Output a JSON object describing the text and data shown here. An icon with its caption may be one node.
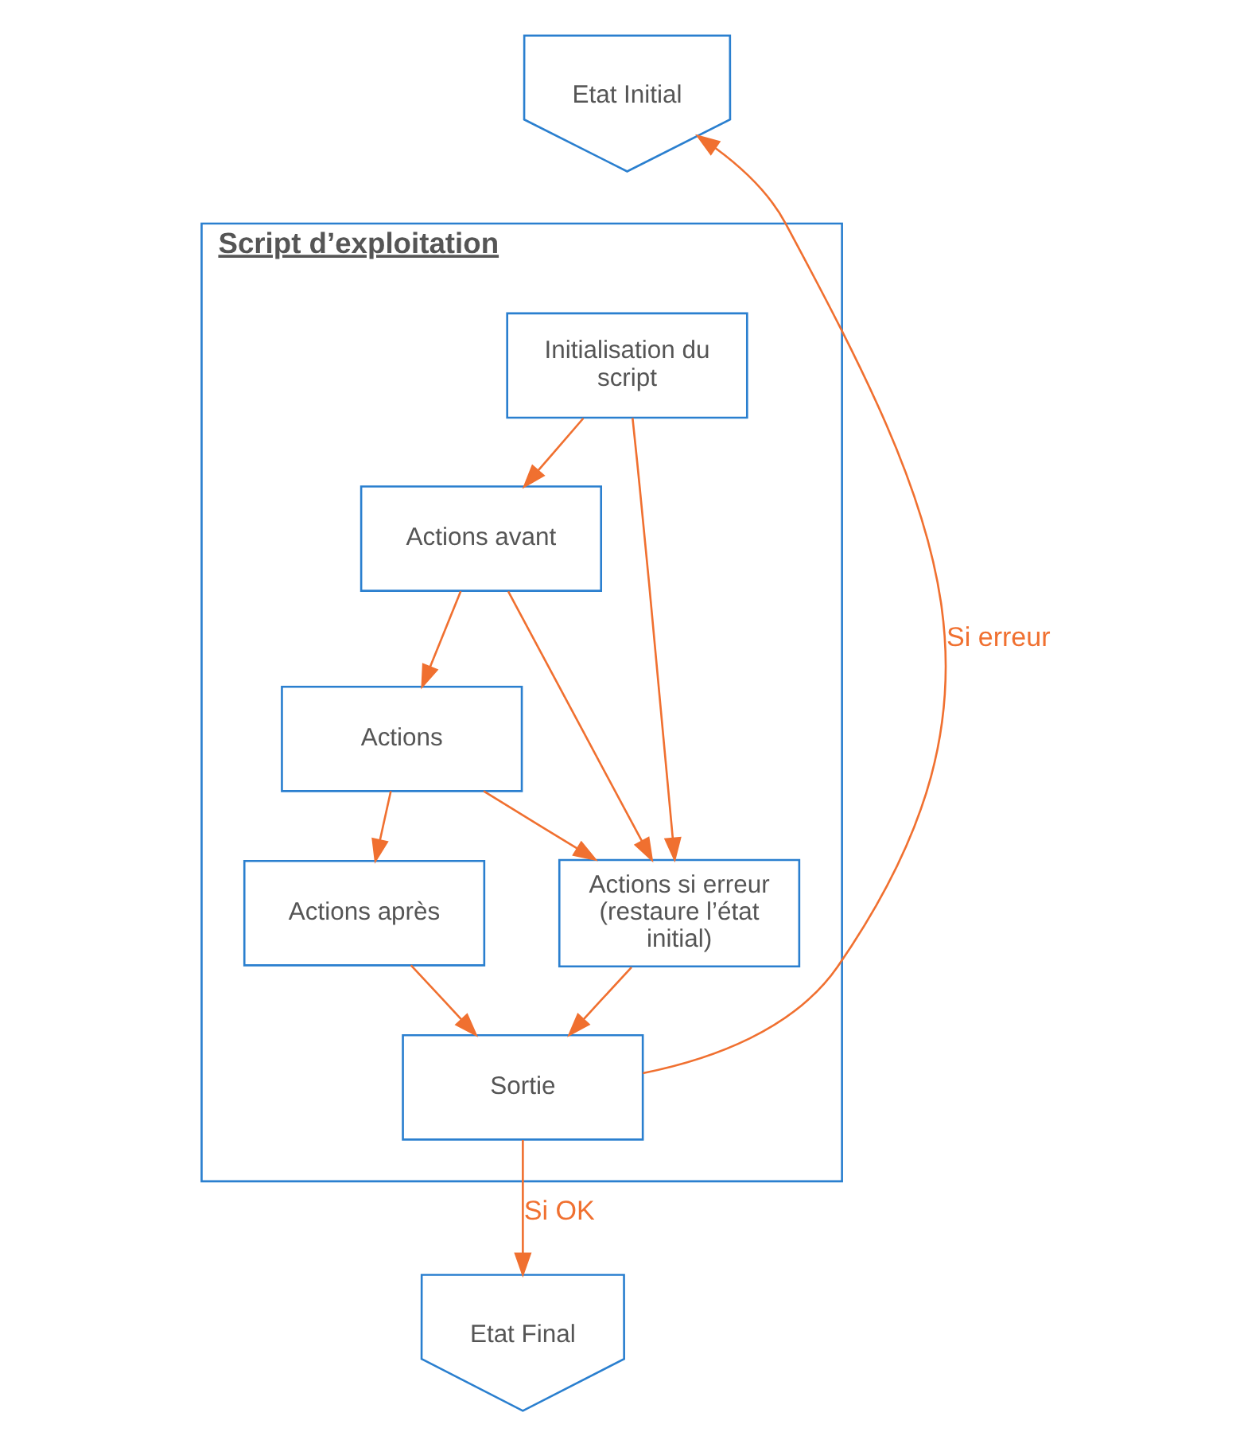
{
  "diagram": {
    "nodes": [
      {
        "text": [
          "Etat Initial"
        ]
      },
      {
        "text": [
          "Script d’exploitation"
        ]
      },
      {
        "text": [
          "Initialisation du script"
        ],
        "in": 1
      },
      {
        "text": [
          "Actions avant"
        ],
        "in": 1
      },
      {
        "text": [
          "Actions"
        ],
        "in": 1
      },
      {
        "text": [
          "Actions après"
        ],
        "in": 1
      },
      {
        "text": [
          "Actions si erreur (restaure l’état initial)"
        ],
        "in": 1
      },
      {
        "text": [
          "Sortie"
        ],
        "in": 1
      },
      {
        "text": [
          "Etat Final"
        ]
      }
    ],
    "edges": [
      {
        "from": 2,
        "to": 3,
        "arrow": "to"
      },
      {
        "from": 3,
        "to": 4,
        "arrow": "to"
      },
      {
        "from": 4,
        "to": 5,
        "arrow": "to"
      },
      {
        "from": 5,
        "to": 7,
        "arrow": "to"
      },
      {
        "from": 2,
        "to": 6,
        "arrow": "to"
      },
      {
        "from": 3,
        "to": 6,
        "arrow": "to"
      },
      {
        "from": 4,
        "to": 6,
        "arrow": "to"
      },
      {
        "from": 6,
        "to": 7,
        "arrow": "to"
      },
      {
        "from": 7,
        "to": 0,
        "arrow": "to",
        "label": "Si erreur"
      },
      {
        "from": 7,
        "to": 8,
        "arrow": "to",
        "label": "Si OK"
      }
    ]
  }
}
